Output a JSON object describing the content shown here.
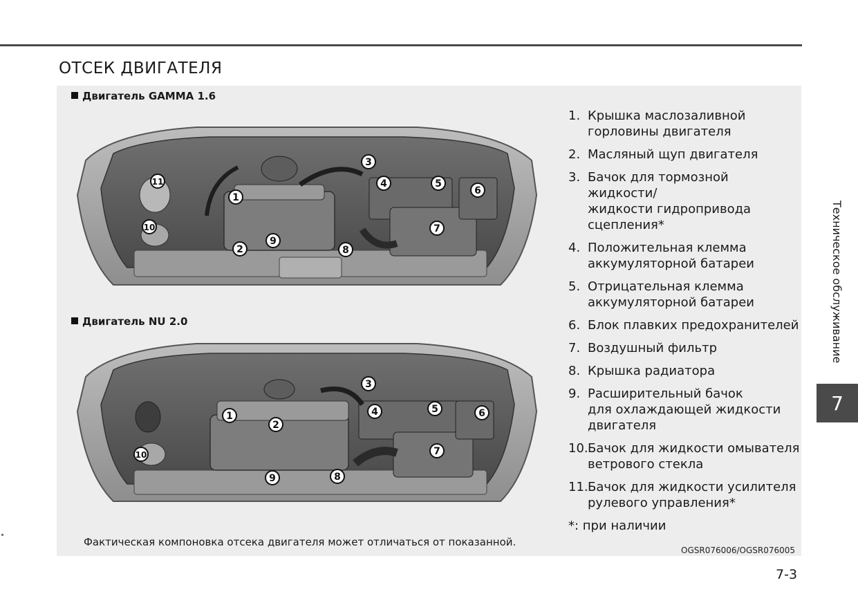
{
  "page": {
    "title": "ОТСЕК ДВИГАТЕЛЯ",
    "page_number": "7-3",
    "chapter_number": "7",
    "chapter_title": "Техническое обслуживание"
  },
  "figure": {
    "engines": [
      {
        "label": "Двигатель GAMMA 1.6",
        "callouts": [
          "1",
          "2",
          "3",
          "4",
          "5",
          "6",
          "7",
          "8",
          "9",
          "10",
          "11"
        ]
      },
      {
        "label": "Двигатель NU 2.0",
        "callouts": [
          "1",
          "2",
          "3",
          "4",
          "5",
          "6",
          "7",
          "8",
          "9",
          "10"
        ]
      }
    ],
    "caption": "Фактическая компоновка отсека двигателя может отличаться от показанной.",
    "image_code": "OGSR076006/OGSR076005"
  },
  "legend": {
    "items": [
      {
        "num": "1.",
        "lines": [
          "Крышка маслозаливной",
          "горловины двигателя"
        ]
      },
      {
        "num": "2.",
        "lines": [
          "Масляный щуп двигателя"
        ]
      },
      {
        "num": "3.",
        "lines": [
          "Бачок для тормозной жидкости/",
          "жидкости гидропривода",
          "сцепления*"
        ]
      },
      {
        "num": "4.",
        "lines": [
          "Положительная клемма",
          "аккумуляторной батареи"
        ]
      },
      {
        "num": "5.",
        "lines": [
          "Отрицательная клемма",
          "аккумуляторной батареи"
        ]
      },
      {
        "num": "6.",
        "lines": [
          "Блок плавких предохранителей"
        ]
      },
      {
        "num": "7.",
        "lines": [
          "Воздушный фильтр"
        ]
      },
      {
        "num": "8.",
        "lines": [
          "Крышка радиатора"
        ]
      },
      {
        "num": "9.",
        "lines": [
          "Расширительный бачок",
          "для охлаждающей жидкости",
          "двигателя"
        ]
      },
      {
        "num": "10.",
        "lines": [
          "Бачок для жидкости омывателя",
          "ветрового стекла"
        ]
      },
      {
        "num": "11.",
        "lines": [
          "Бачок для жидкости усилителя",
          "рулевого управления*"
        ]
      }
    ],
    "footnote": "*: при наличии"
  },
  "colors": {
    "rule": "#4a4a4a",
    "panel_bg": "#ededed",
    "tab_bg": "#4a4a4a"
  }
}
